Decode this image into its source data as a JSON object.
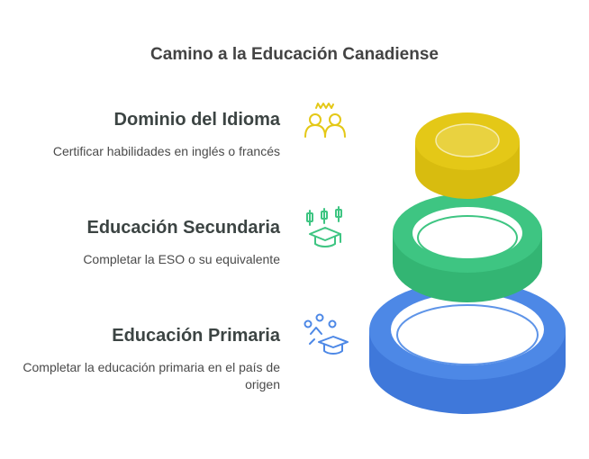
{
  "title": "Camino a la Educación Canadiense",
  "steps": [
    {
      "heading": "Dominio del Idioma",
      "description": "Certificar habilidades en inglés o francés",
      "icon": "people-icon",
      "color": "#e4c817"
    },
    {
      "heading": "Educación Secundaria",
      "description": "Completar la ESO o su equivalente",
      "icon": "graduation-cap-chart-icon",
      "color": "#3ec582"
    },
    {
      "heading": "Educación Primaria",
      "description": "Completar la educación primaria en el país de origen",
      "icon": "graduation-cap-network-icon",
      "color": "#4d88e6"
    }
  ]
}
